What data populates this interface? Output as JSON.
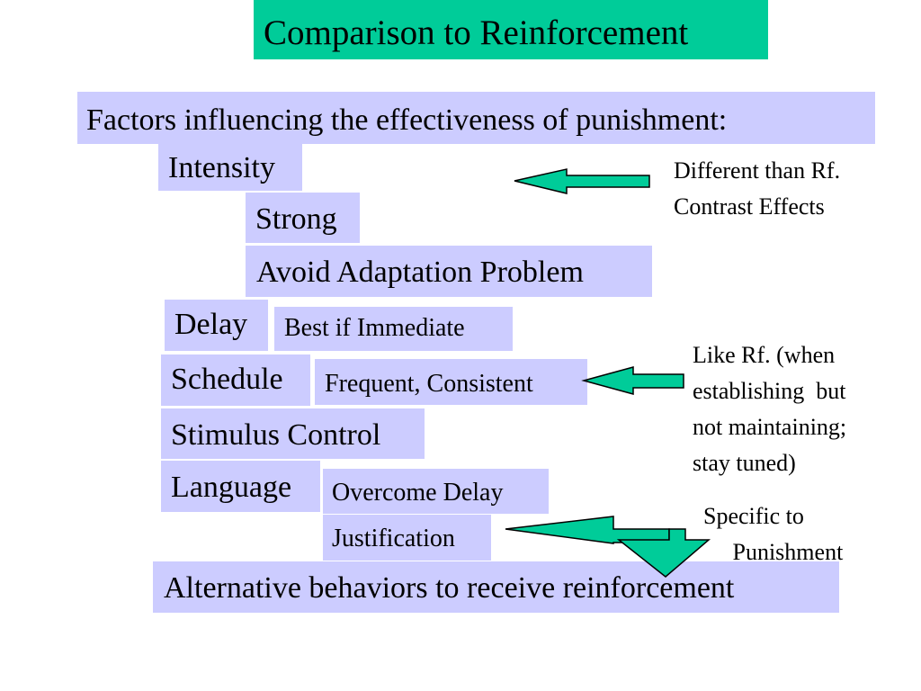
{
  "slide": {
    "title": "Comparison to Reinforcement",
    "heading": "Factors influencing the effectiveness of punishment:",
    "factors": {
      "intensity": "Intensity",
      "strong": "Strong",
      "avoid_adaptation": "Avoid Adaptation Problem",
      "delay": "Delay",
      "best_if_immediate": "Best if Immediate",
      "schedule": "Schedule",
      "frequent_consistent": "Frequent, Consistent",
      "stimulus_control": "Stimulus Control",
      "language": "Language",
      "overcome_delay": "Overcome Delay",
      "justification": "Justification",
      "alternative": "Alternative behaviors to receive reinforcement"
    },
    "notes": {
      "different": "Different than Rf.\nContrast Effects",
      "like_rf": "Like Rf. (when\nestablishing  but\nnot maintaining;\nstay tuned)",
      "specific": "Specific to\n     Punishment"
    }
  },
  "colors": {
    "title_bg": "#00cc99",
    "box_bg": "#ccccff",
    "arrow_fill": "#00cc99"
  }
}
